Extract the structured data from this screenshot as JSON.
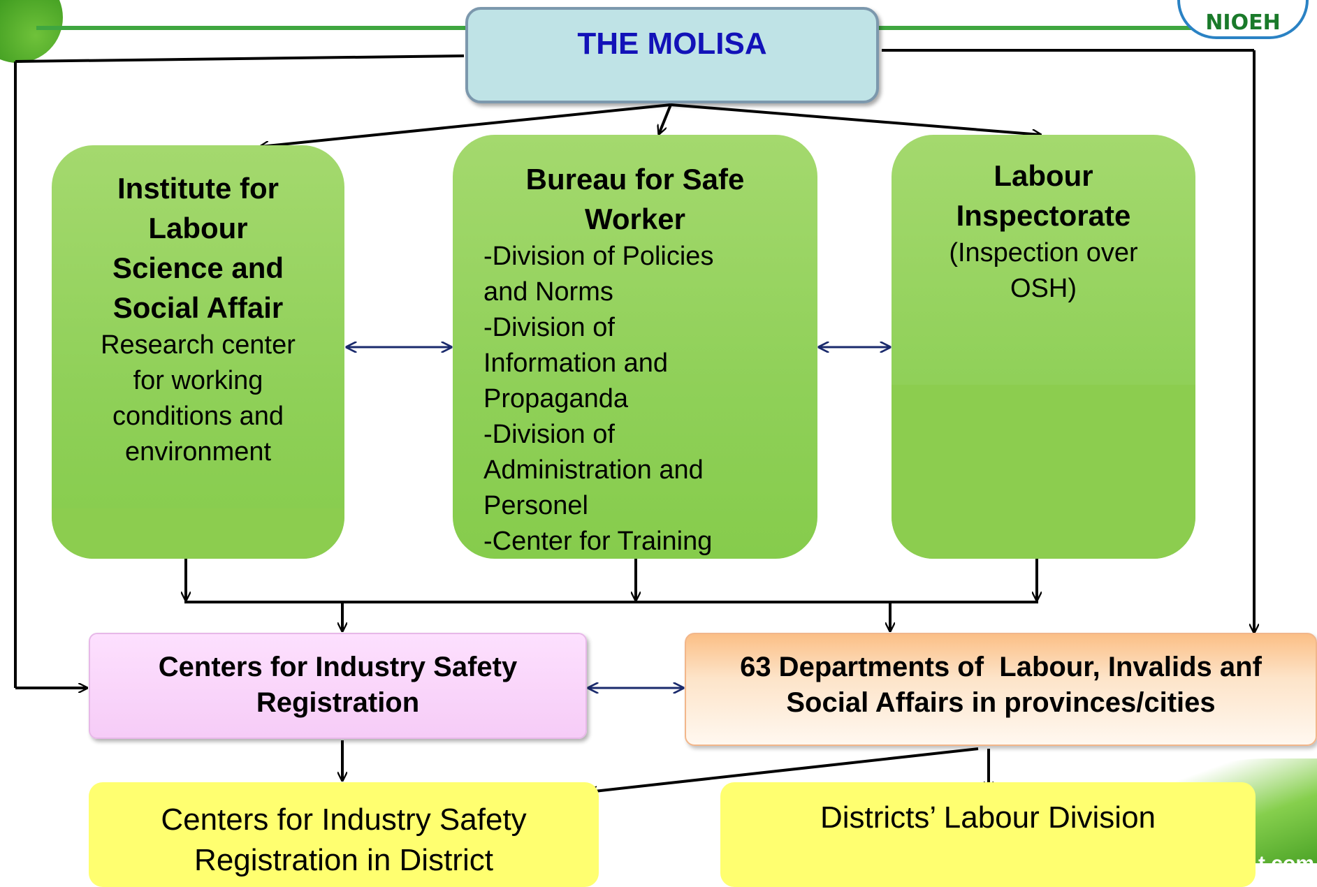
{
  "logo": {
    "text": "NIOEH"
  },
  "watermark": {
    "text": "t.com"
  },
  "top": {
    "title": "THE MOLISA"
  },
  "institute": {
    "heading": [
      "Institute for",
      "Labour",
      "Science and",
      "Social Affair"
    ],
    "body": [
      "Research center",
      "for working",
      "conditions and",
      "environment"
    ]
  },
  "bureau": {
    "heading": [
      "Bureau for Safe",
      "Worker"
    ],
    "body": [
      "-Division of Policies",
      "and Norms",
      "-Division of",
      "Information and",
      "Propaganda",
      "-Division of",
      "Administration and",
      "Personel",
      "-Center for Training"
    ]
  },
  "inspectorate": {
    "heading": [
      "Labour",
      "Inspectorate"
    ],
    "body": [
      "(Inspection over",
      "OSH)"
    ]
  },
  "centers": {
    "lines": [
      "Centers for Industry Safety",
      "Registration"
    ]
  },
  "departments": {
    "lines": [
      "63 Departments of  Labour, Invalids anf",
      "Social Affairs in provinces/cities"
    ]
  },
  "district_centers": {
    "lines": [
      "Centers for Industry Safety",
      "Registration in District"
    ]
  },
  "district_labour": {
    "lines": [
      "Districts’ Labour Division"
    ]
  }
}
